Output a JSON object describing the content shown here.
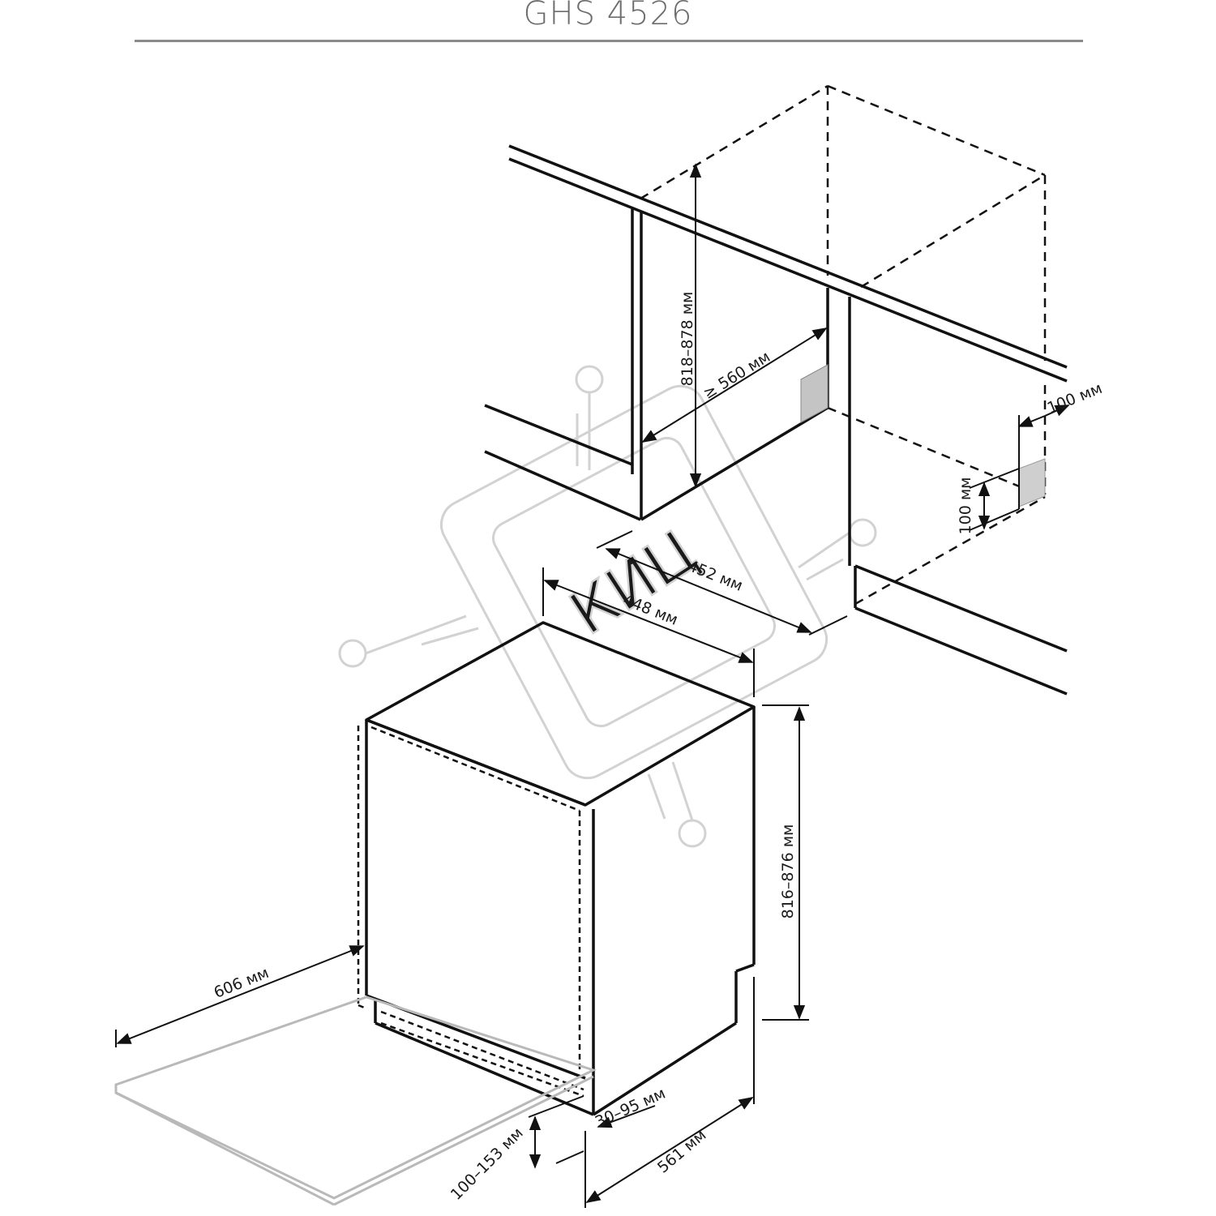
{
  "title": "GHS 4526",
  "watermark": "КИЦ",
  "dims": {
    "niche_height": "818–878 мм",
    "niche_depth": "≥ 560 мм",
    "vent_offset": "100 мм",
    "vent_height": "100 мм",
    "niche_width": "452 мм",
    "appliance_width": "448 мм",
    "appliance_height": "816–876 мм",
    "door_swing": "606 мм",
    "plinth_depth": "30–95 мм",
    "plinth_height": "100–153 мм",
    "appliance_depth": "561 мм"
  }
}
